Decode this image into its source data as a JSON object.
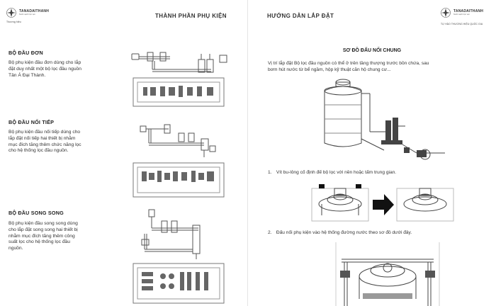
{
  "brand": {
    "name": "TANADAITHANH",
    "sub": "Nước sạch trọn vẹn",
    "badge": "Thương hiệu",
    "tagline": "TỰ HÀO THƯƠNG HIỆU QUỐC GIA"
  },
  "left_page": {
    "header": "THÀNH PHẦN PHỤ KIỆN",
    "sections": [
      {
        "title": "BỘ ĐẦU ĐƠN",
        "lines": [
          "Bộ phụ kiện đầu đơn dùng cho lắp",
          "đặt duy nhất một bộ lọc đầu nguồn",
          "Tân Á Đại Thành."
        ]
      },
      {
        "title": "BỘ ĐẦU NỐI TIẾP",
        "lines": [
          "Bộ phụ kiện đầu nối tiếp dùng cho",
          "lắp đặt nối tiếp hai thiết bị nhằm",
          "mục đích tăng thêm chức năng lọc",
          "cho hệ thống lọc đầu nguồn."
        ]
      },
      {
        "title": "BỘ ĐẦU SONG SONG",
        "lines": [
          "Bộ phụ kiện đầu song song dùng",
          "cho lắp đặt song song hai thiết bị",
          "nhằm mục đích tăng thêm công",
          "suất lọc cho hệ thống lọc đầu",
          "nguồn."
        ]
      }
    ]
  },
  "right_page": {
    "header": "HƯỚNG DẪN LẮP ĐẶT",
    "diagram_title": "SƠ ĐỒ ĐẤU NỐI CHUNG",
    "intro_lines": [
      "Vị trí lắp đặt Bộ lọc đầu nguồn có thể ở trên tầng thượng trước bồn chứa, sau",
      "bơm hút nước từ bể ngầm, hộp kỹ thuật căn hộ chung cư..."
    ],
    "steps": [
      {
        "num": "1.",
        "text": "Vít bu-lông cố định đế bộ lọc với nền hoặc tấm trung gian."
      },
      {
        "num": "2.",
        "text": "Đấu nối phụ kiện vào hệ thống đường nước theo sơ đồ dưới đây."
      }
    ]
  }
}
